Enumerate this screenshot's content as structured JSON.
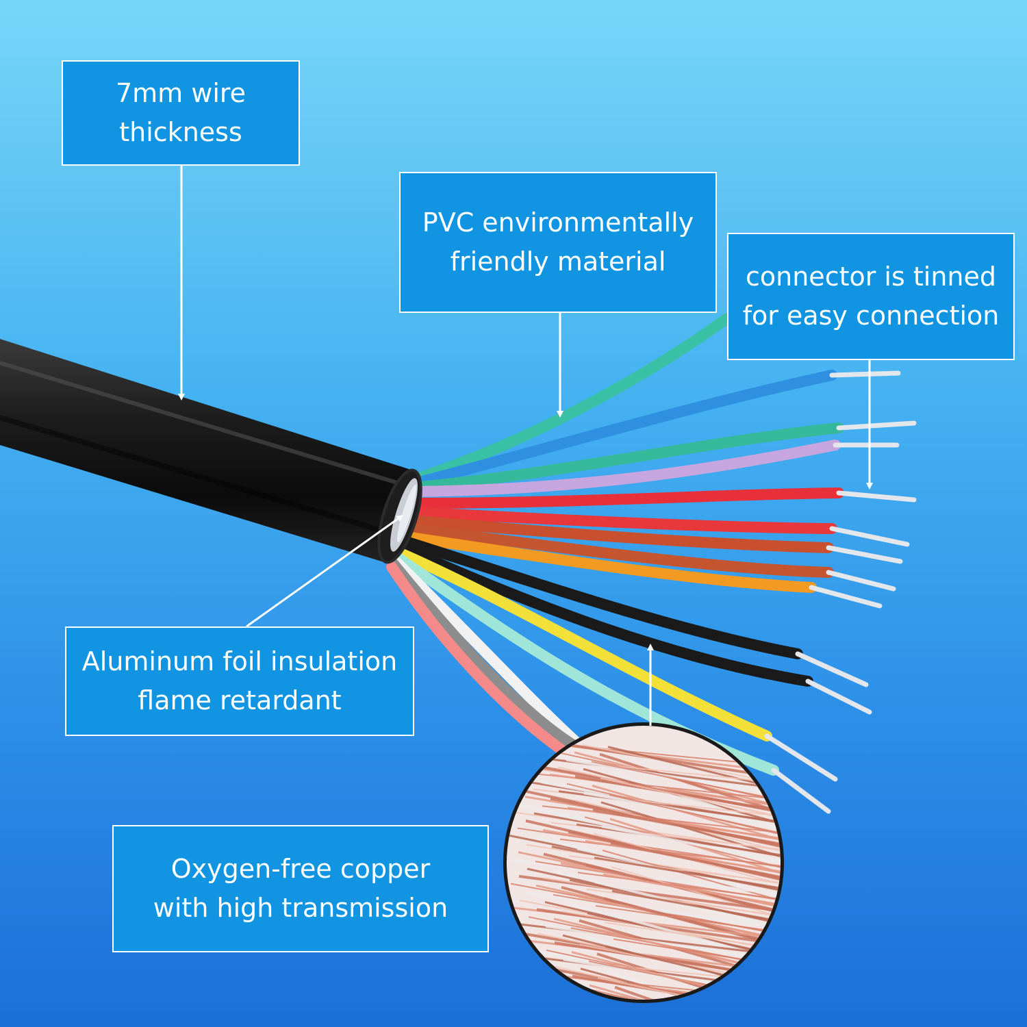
{
  "background": {
    "top_color": "#78d6f8",
    "bottom_color": "#1c6fd7"
  },
  "callouts": {
    "thickness": {
      "line1": "7mm wire",
      "line2": "thickness"
    },
    "pvc": {
      "line1": "PVC environmentally",
      "line2": "friendly material"
    },
    "connector": {
      "line1": "connector is tinned",
      "line2": "for easy connection"
    },
    "aluminum": {
      "line1": "Aluminum foil insulation",
      "line2": "flame retardant"
    },
    "copper": {
      "line1": "Oxygen-free copper",
      "line2": "with high transmission"
    }
  },
  "wire_colors": [
    "#3ac0a4",
    "#2f8fe0",
    "#35b99a",
    "#c7a6e0",
    "#e8303a",
    "#e8383c",
    "#c9502f",
    "#c4552e",
    "#f39a22",
    "#1a1a1a",
    "#1a1a1a",
    "#f3e13a",
    "#9fe6d8",
    "#f1f1f1",
    "#8d8d8d",
    "#f48a8a"
  ],
  "callout_style": {
    "fill": "#1194e2",
    "border": "#ffffff",
    "text": "#ffffff"
  }
}
